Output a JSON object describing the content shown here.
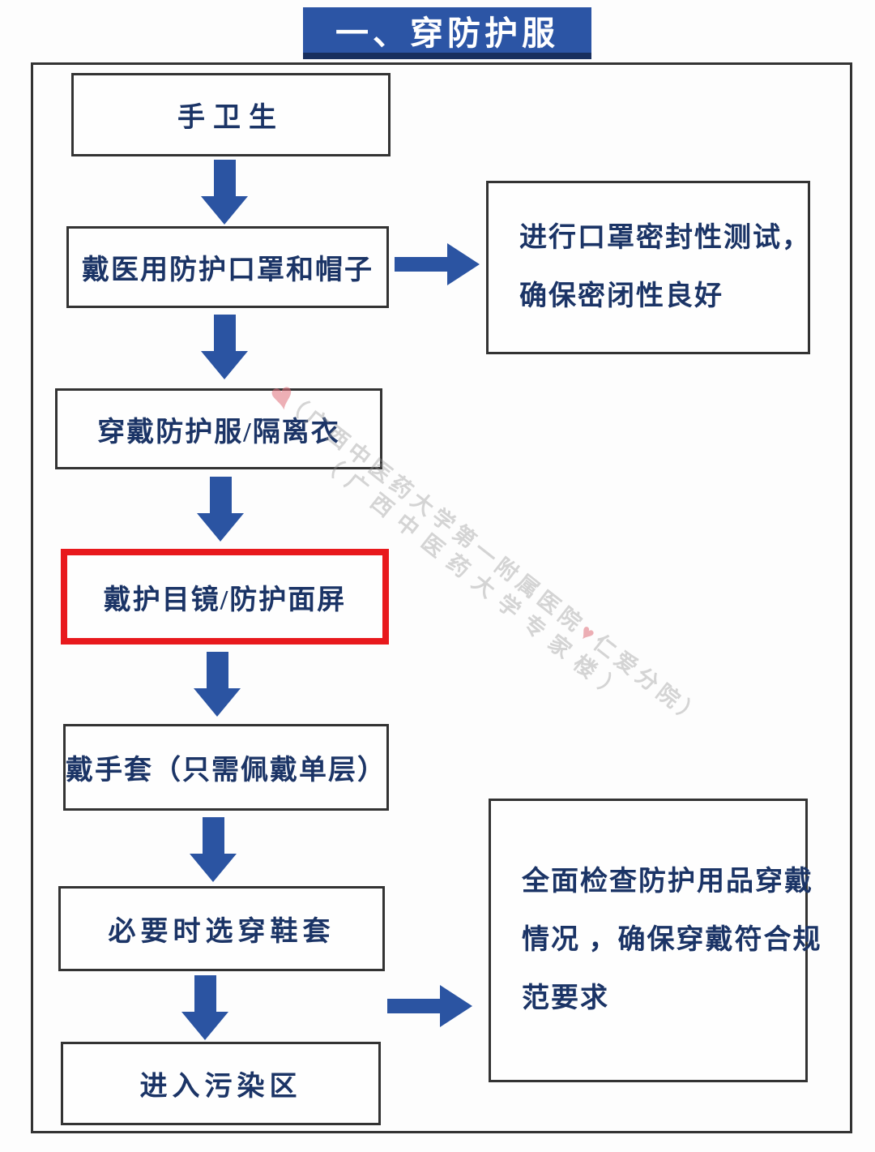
{
  "banner": {
    "title": "一、穿防护服"
  },
  "flow_steps": [
    {
      "label": "手卫生",
      "highlighted": false
    },
    {
      "label": "戴医用防护口罩和帽子",
      "highlighted": false
    },
    {
      "label": "穿戴防护服/隔离衣",
      "highlighted": false
    },
    {
      "label": "戴护目镜/防护面屏",
      "highlighted": true
    },
    {
      "label": "戴手套（只需佩戴单层）",
      "highlighted": false
    },
    {
      "label": "必要时选穿鞋套",
      "highlighted": false
    },
    {
      "label": "进入污染区",
      "highlighted": false
    }
  ],
  "side_notes": [
    {
      "lines": [
        "进行口罩密封性测试，",
        "确保密闭性良好"
      ]
    },
    {
      "lines": [
        "全面检查防护用品穿戴",
        "情况 ，确保穿戴符合规",
        "范要求"
      ]
    }
  ],
  "watermark": {
    "line1_start": "（广西中医药大学第一附属医院",
    "heart": "♥",
    "line1_end": "仁爱分院）",
    "line2": "（广西中医药大学专家楼）"
  },
  "colors": {
    "banner-blue": "#2c55a5",
    "banner-shadow": "#182f5e",
    "arrow-blue": "#2b54a2",
    "text-navy": "#1b3466",
    "border-dark": "#333333",
    "highlight-red": "#e8191d",
    "watermark-gray": "rgba(145,145,145,0.38)",
    "watermark-pink": "rgba(222,110,120,0.55)"
  }
}
